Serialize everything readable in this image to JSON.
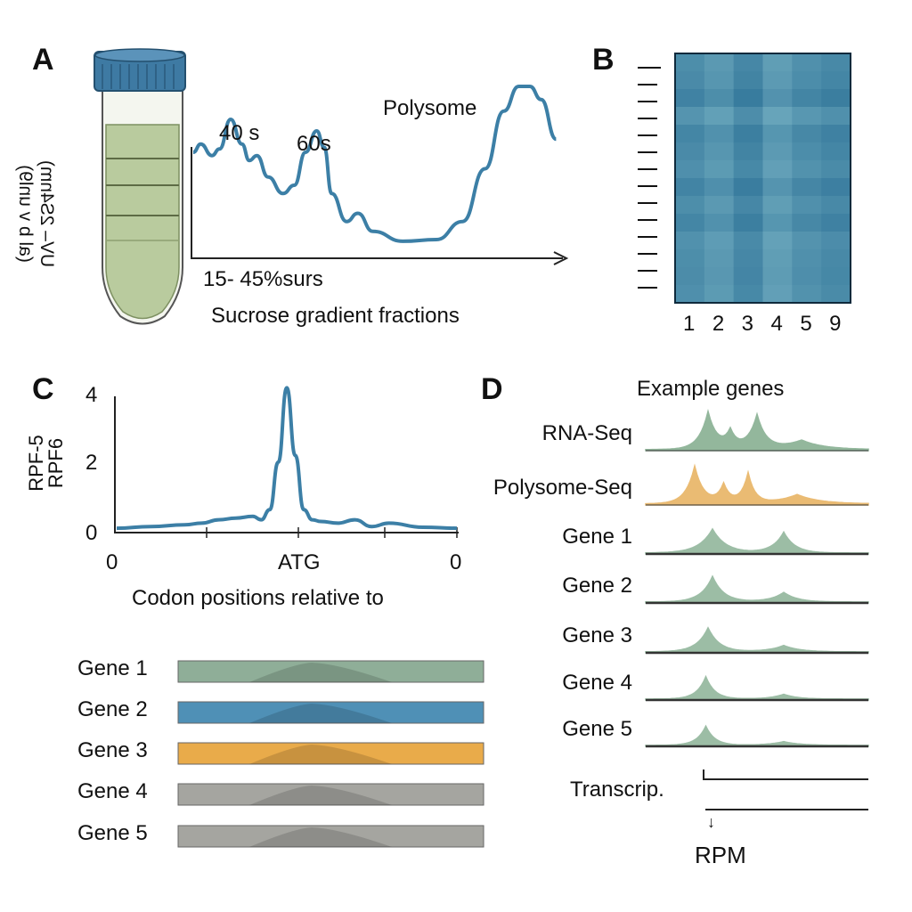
{
  "panels": {
    "a": {
      "letter": "A",
      "ylabel_line1": "UV– 2S4nm)",
      "ylabel_line2": "(al b v unl9)",
      "peak_40s": "40 s",
      "peak_60s": "60s",
      "peak_polysome": "Polysome",
      "gradient_label": "15- 45%surs",
      "xlabel": "Sucrose gradient fractions"
    },
    "b": {
      "letter": "B",
      "col_labels": [
        "1",
        "2",
        "3",
        "4",
        "5",
        "9"
      ]
    },
    "c": {
      "letter": "C",
      "ylabel_line1": "RPF-5",
      "ylabel_line2": "RPF6",
      "yticks": [
        "4",
        "2",
        "0"
      ],
      "xticks": [
        "0",
        "ATG",
        "0"
      ],
      "xlabel": "Codon positions relative to",
      "genes": [
        {
          "label": "Gene 1",
          "color": "#8fae98"
        },
        {
          "label": "Gene 2",
          "color": "#4f90b6"
        },
        {
          "label": "Gene 3",
          "color": "#e9ab4a"
        },
        {
          "label": "Gene 4",
          "color": "#a5a5a0"
        },
        {
          "label": "Gene 5",
          "color": "#a5a5a0"
        }
      ]
    },
    "d": {
      "letter": "D",
      "title": "Example genes",
      "tracks": [
        {
          "label": "RNA-Seq",
          "color": "#6f9f7c",
          "peaks": [
            [
              0.28,
              1.0,
              0.04
            ],
            [
              0.38,
              0.45,
              0.03
            ],
            [
              0.5,
              0.9,
              0.04
            ],
            [
              0.7,
              0.25,
              0.1
            ]
          ]
        },
        {
          "label": "Polysome-Seq",
          "color": "#e3a545",
          "peaks": [
            [
              0.22,
              1.0,
              0.04
            ],
            [
              0.35,
              0.5,
              0.03
            ],
            [
              0.46,
              0.8,
              0.03
            ],
            [
              0.68,
              0.25,
              0.1
            ]
          ]
        },
        {
          "label": "Gene 1",
          "color": "#7ba888",
          "peaks": [
            [
              0.3,
              0.75,
              0.06
            ],
            [
              0.62,
              0.65,
              0.05
            ]
          ]
        },
        {
          "label": "Gene 2",
          "color": "#7ba888",
          "peaks": [
            [
              0.3,
              0.8,
              0.05
            ],
            [
              0.62,
              0.3,
              0.06
            ]
          ]
        },
        {
          "label": "Gene 3",
          "color": "#7ba888",
          "peaks": [
            [
              0.28,
              0.75,
              0.05
            ],
            [
              0.62,
              0.2,
              0.07
            ]
          ]
        },
        {
          "label": "Gene 4",
          "color": "#7ba888",
          "peaks": [
            [
              0.27,
              0.7,
              0.04
            ],
            [
              0.62,
              0.15,
              0.06
            ]
          ]
        },
        {
          "label": "Gene 5",
          "color": "#7ba888",
          "peaks": [
            [
              0.27,
              0.6,
              0.04
            ],
            [
              0.62,
              0.12,
              0.07
            ]
          ]
        }
      ],
      "transcript_label": "Transcrip.",
      "arrow": "↓",
      "unit_label": "RPM"
    }
  },
  "chart_data": [
    {
      "panel": "A",
      "type": "line",
      "xlabel": "Sucrose gradient fractions",
      "ylabel": "UV– 2S4nm) (al b v unl9)",
      "color": "#3c7fa6",
      "x": [
        0,
        2,
        5,
        7,
        10,
        13,
        15,
        17,
        20,
        24,
        27,
        30,
        33,
        35,
        37,
        41,
        44,
        48,
        56,
        65,
        72,
        78,
        83,
        87,
        90,
        93,
        97
      ],
      "y": [
        0.6,
        0.65,
        0.58,
        0.62,
        0.8,
        0.65,
        0.55,
        0.58,
        0.45,
        0.35,
        0.4,
        0.6,
        0.73,
        0.63,
        0.35,
        0.18,
        0.23,
        0.12,
        0.06,
        0.07,
        0.18,
        0.5,
        0.85,
        1.0,
        1.0,
        0.92,
        0.68
      ],
      "annotations": [
        "40 s",
        "60s",
        "Polysome"
      ]
    },
    {
      "panel": "B",
      "type": "heatmap",
      "x_tick_labels": [
        "1",
        "2",
        "3",
        "4",
        "5",
        "9"
      ],
      "column_levels": [
        0.55,
        0.3,
        0.7,
        0.2,
        0.5,
        0.65
      ],
      "row_levels": [
        0.1,
        0.2,
        0.45,
        -0.1,
        0.35,
        0.2,
        0.05,
        0.4,
        0.1,
        0.35,
        0.0,
        0.1,
        0.15,
        0.05
      ]
    },
    {
      "panel": "C",
      "type": "line",
      "xlabel": "Codon positions relative to",
      "ylabel": "RPF-5 RPF6",
      "ylim": [
        0,
        4
      ],
      "yticks": [
        0,
        2,
        4
      ],
      "xtick_labels": [
        "0",
        "ATG",
        "0"
      ],
      "color": "#3c7fa6",
      "x": [
        -1,
        -0.8,
        -0.6,
        -0.5,
        -0.4,
        -0.3,
        -0.2,
        -0.15,
        -0.1,
        -0.05,
        0,
        0.05,
        0.1,
        0.15,
        0.2,
        0.3,
        0.4,
        0.5,
        0.6,
        0.8,
        1
      ],
      "y": [
        0.05,
        0.1,
        0.15,
        0.2,
        0.3,
        0.35,
        0.4,
        0.3,
        0.6,
        2.0,
        4.2,
        2.2,
        0.6,
        0.3,
        0.25,
        0.2,
        0.3,
        0.1,
        0.2,
        0.08,
        0.05
      ]
    },
    {
      "panel": "D",
      "type": "area",
      "title": "Example genes",
      "series": [
        "RNA-Seq",
        "Polysome-Seq",
        "Gene 1",
        "Gene 2",
        "Gene 3",
        "Gene 4",
        "Gene 5"
      ]
    }
  ]
}
